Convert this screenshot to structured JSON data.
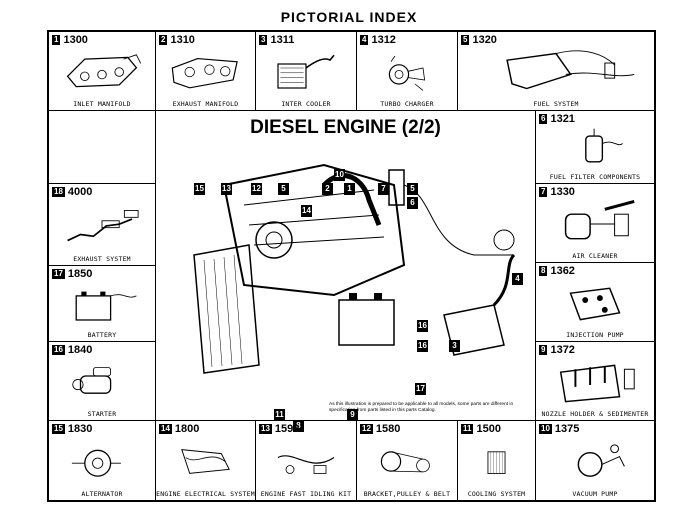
{
  "page_title": "PICTORIAL INDEX",
  "center": {
    "title": "DIESEL ENGINE (2/2)",
    "note": "As this illustration is prepared to be applicable to all models, some parts are different in specification from parts listed in this parts Catalog."
  },
  "sections": [
    {
      "id": "s1",
      "num": "1",
      "code": "1300",
      "caption": "INLET MANIFOLD"
    },
    {
      "id": "s2",
      "num": "2",
      "code": "1310",
      "caption": "EXHAUST MANIFOLD"
    },
    {
      "id": "s3",
      "num": "3",
      "code": "1311",
      "caption": "INTER COOLER"
    },
    {
      "id": "s4",
      "num": "4",
      "code": "1312",
      "caption": "TURBO CHARGER"
    },
    {
      "id": "s5",
      "num": "5",
      "code": "1320",
      "caption": "FUEL SYSTEM"
    },
    {
      "id": "s6",
      "num": "6",
      "code": "1321",
      "caption": "FUEL FILTER COMPONENTS"
    },
    {
      "id": "s7",
      "num": "7",
      "code": "1330",
      "caption": "AIR CLEANER"
    },
    {
      "id": "s8",
      "num": "8",
      "code": "1362",
      "caption": "INJECTION PUMP"
    },
    {
      "id": "s9",
      "num": "9",
      "code": "1372",
      "caption": "NOZZLE HOLDER & SEDIMENTER"
    },
    {
      "id": "s10",
      "num": "10",
      "code": "1375",
      "caption": "VACUUM PUMP"
    },
    {
      "id": "s11",
      "num": "11",
      "code": "1500",
      "caption": "COOLING SYSTEM"
    },
    {
      "id": "s12",
      "num": "12",
      "code": "1580",
      "caption": "BRACKET,PULLEY & BELT"
    },
    {
      "id": "s13",
      "num": "13",
      "code": "1590",
      "caption": "ENGINE FAST IDLING KIT"
    },
    {
      "id": "s14",
      "num": "14",
      "code": "1800",
      "caption": "ENGINE ELECTRICAL SYSTEM"
    },
    {
      "id": "s15",
      "num": "15",
      "code": "1830",
      "caption": "ALTERNATOR"
    },
    {
      "id": "s16",
      "num": "16",
      "code": "1840",
      "caption": "STARTER"
    },
    {
      "id": "s17",
      "num": "17",
      "code": "1850",
      "caption": "BATTERY"
    },
    {
      "id": "s18",
      "num": "18",
      "code": "4000",
      "caption": "EXHAUST SYSTEM"
    }
  ],
  "callouts": [
    "15",
    "13",
    "12",
    "5",
    "2",
    "1",
    "7",
    "5",
    "6",
    "14",
    "10",
    "4",
    "16",
    "16",
    "3",
    "17",
    "11",
    "8",
    "9"
  ]
}
